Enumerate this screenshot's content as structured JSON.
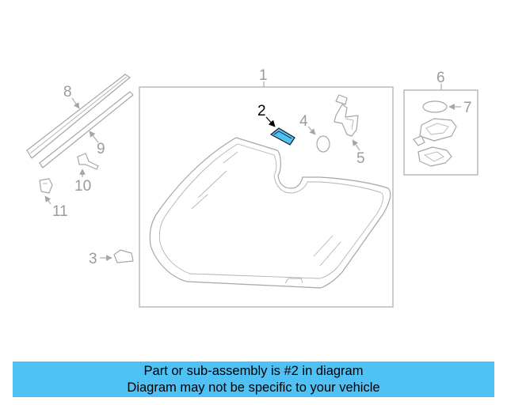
{
  "diagram": {
    "callouts": {
      "c1": "1",
      "c2": "2",
      "c3": "3",
      "c4": "4",
      "c5": "5",
      "c6": "6",
      "c7": "7",
      "c8": "8",
      "c9": "9",
      "c10": "10",
      "c11": "11"
    },
    "highlighted_part": "2",
    "colors": {
      "highlight_fill": "#4fc1f5",
      "line_gray": "#a6a6a6",
      "label_gray": "#9b9b9b"
    }
  },
  "banner": {
    "line1": "Part or sub-assembly is #2 in diagram",
    "line2": "Diagram may not be specific to your vehicle"
  }
}
